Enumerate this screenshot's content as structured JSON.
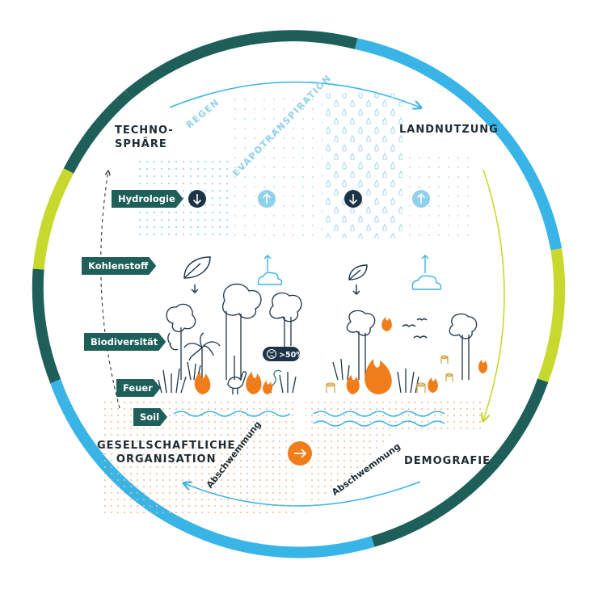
{
  "labels": {
    "technosphaere": "TECHNO-\nSPHÄRE",
    "landnutzung": "LANDNUTZUNG",
    "gesellschaft": "GESELLSCHAFTLICHE\nORGANISATION",
    "demografie": "DEMOGRAFIE",
    "regen": "REGEN",
    "evapotranspiration": "EVAPOTRANSPIRATION",
    "abschwemmung_left": "Abschwemmung",
    "abschwemmung_right": "Abschwemmung",
    "badge": ">50%"
  },
  "rows": [
    {
      "id": "hydrologie",
      "label": "Hydrologie"
    },
    {
      "id": "kohlenstoff",
      "label": "Kohlenstoff"
    },
    {
      "id": "biodiversitaet",
      "label": "Biodiversität"
    },
    {
      "id": "feuer",
      "label": "Feuer"
    },
    {
      "id": "soil",
      "label": "Soil"
    }
  ],
  "icons": [
    "arrow-down-circle-icon",
    "arrow-up-circle-icon",
    "leaf-icon",
    "cloud-icon",
    "tree-icon",
    "fire-icon",
    "bird-icon",
    "globe-icon",
    "arrow-right-circle-icon",
    "monkey-icon",
    "turkey-icon",
    "snake-icon",
    "stump-icon",
    "grass-icon",
    "palm-icon"
  ],
  "colors": {
    "dark_teal": "#1f5f5a",
    "light_blue": "#39b4e6",
    "lime": "#c8d92e",
    "orange": "#f07d1a",
    "navy": "#1d3446",
    "soil_dots": "#f4b88a"
  }
}
